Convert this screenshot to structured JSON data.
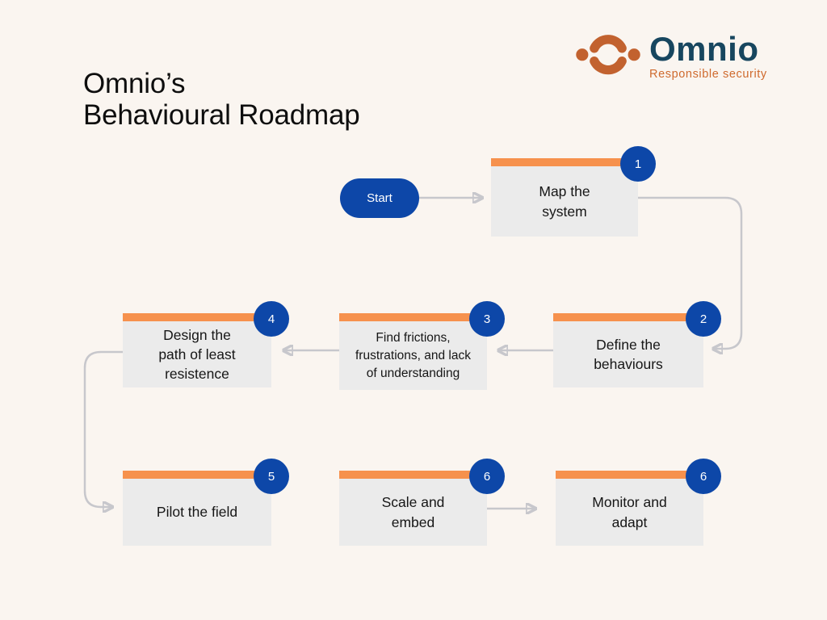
{
  "colors": {
    "background": "#FAF5F0",
    "box_fill": "#EBEBEB",
    "accent_orange": "#F6914D",
    "accent_blue": "#0D47A8",
    "connector_gray": "#C7C7CC",
    "logo_navy": "#17465F",
    "logo_icon_orange": "#C2622F",
    "tagline_orange": "#CF6A2E",
    "title_text": "#0E0E0E"
  },
  "logo": {
    "brand": "Omnio",
    "tagline": "Responsible security",
    "icon": "omnio-circle-mark-icon"
  },
  "title": {
    "line1": "Omnio’s",
    "line2": "Behavioural Roadmap"
  },
  "start_label": "Start",
  "steps": [
    {
      "number": "1",
      "label": "Map the\nsystem"
    },
    {
      "number": "2",
      "label": "Define the\nbehaviours"
    },
    {
      "number": "3",
      "label": "Find frictions,\nfrustrations, and lack\nof understanding"
    },
    {
      "number": "4",
      "label": "Design the\npath of least\nresistence"
    },
    {
      "number": "5",
      "label": "Pilot the field"
    },
    {
      "number": "6",
      "label": "Scale and\nembed"
    },
    {
      "number": "6",
      "label": "Monitor and\nadapt"
    }
  ],
  "connections": [
    {
      "from": "start",
      "to": "step-1"
    },
    {
      "from": "step-1",
      "to": "step-2"
    },
    {
      "from": "step-2",
      "to": "step-3"
    },
    {
      "from": "step-3",
      "to": "step-4"
    },
    {
      "from": "step-4",
      "to": "step-5"
    },
    {
      "from": "step-6",
      "to": "step-7"
    }
  ]
}
